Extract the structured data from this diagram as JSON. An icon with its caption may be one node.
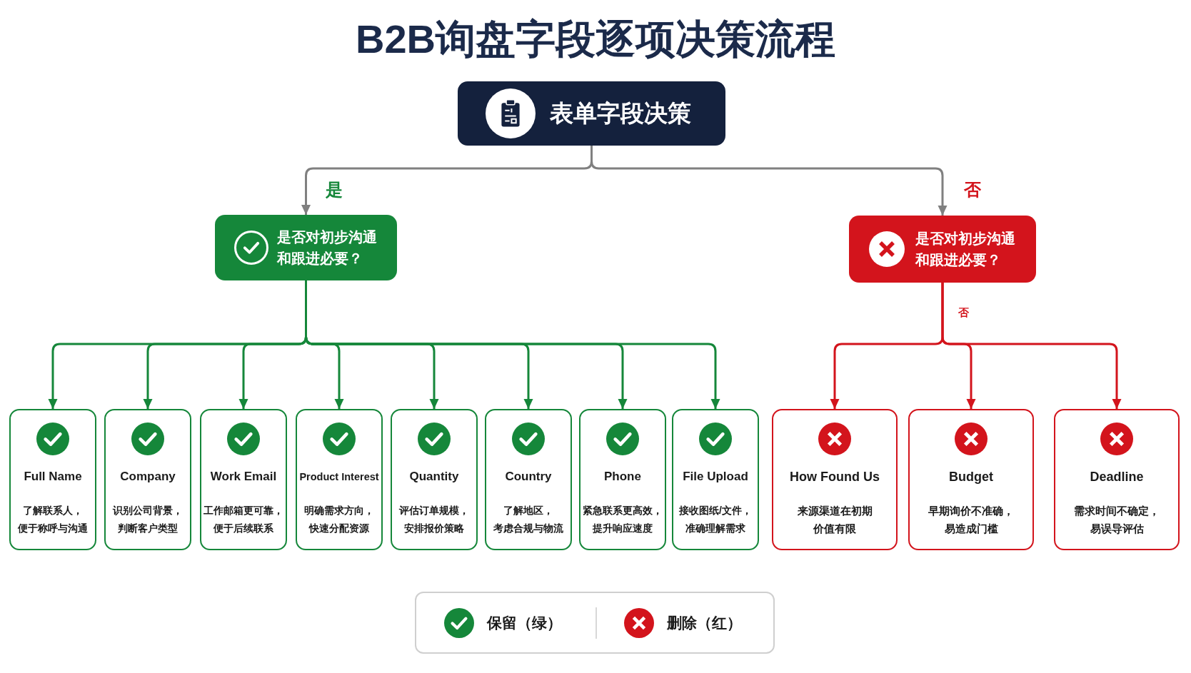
{
  "diagram": {
    "title": "B2B询盘字段逐项决策流程",
    "nodes": [
      {
        "text": [
          "表单字段决策"
        ]
      },
      {
        "text": [
          "是否对初步沟通和跟进必要？"
        ]
      },
      {
        "text": [
          "是否对初步沟通和跟进必要？"
        ]
      },
      {
        "text": [
          "Full Name",
          "了解联系人，便于称呼与沟通"
        ]
      },
      {
        "text": [
          "Company",
          "识别公司背景，判断客户类型"
        ]
      },
      {
        "text": [
          "Work Email",
          "工作邮箱更可靠，便于后续联系"
        ]
      },
      {
        "text": [
          "Product Interest",
          "明确需求方向，快速分配资源"
        ]
      },
      {
        "text": [
          "Quantity",
          "评估订单规模，安排报价策略"
        ]
      },
      {
        "text": [
          "Country",
          "了解地区，考虑合规与物流"
        ]
      },
      {
        "text": [
          "Phone",
          "紧急联系更高效，提升响应速度"
        ]
      },
      {
        "text": [
          "File Upload",
          "接收图纸/文件，准确理解需求"
        ]
      },
      {
        "text": [
          "How Found Us",
          "来源渠道在初期价值有限"
        ]
      },
      {
        "text": [
          "Budget",
          "早期询价不准确，易造成门槛"
        ]
      },
      {
        "text": [
          "Deadline",
          "需求时间不确定，易误导评估"
        ]
      }
    ],
    "edges": [
      {
        "from": 0,
        "to": 1,
        "arrow": "to",
        "label": "是",
        "color": "#808080"
      },
      {
        "from": 0,
        "to": 2,
        "arrow": "to",
        "label": "否",
        "color": "#808080"
      },
      {
        "from": 1,
        "to": 3,
        "arrow": "to",
        "color": "#15873a"
      },
      {
        "from": 1,
        "to": 4,
        "arrow": "to",
        "color": "#15873a"
      },
      {
        "from": 1,
        "to": 5,
        "arrow": "to",
        "color": "#15873a"
      },
      {
        "from": 1,
        "to": 6,
        "arrow": "to",
        "color": "#15873a"
      },
      {
        "from": 1,
        "to": 7,
        "arrow": "to",
        "color": "#15873a"
      },
      {
        "from": 1,
        "to": 8,
        "arrow": "to",
        "color": "#15873a"
      },
      {
        "from": 1,
        "to": 9,
        "arrow": "to",
        "color": "#15873a"
      },
      {
        "from": 1,
        "to": 10,
        "arrow": "to",
        "color": "#15873a"
      },
      {
        "from": 2,
        "to": 11,
        "arrow": "to",
        "color": "#d3141c"
      },
      {
        "from": 2,
        "to": 12,
        "arrow": "to",
        "color": "#d3141c"
      },
      {
        "from": 2,
        "to": 13,
        "arrow": "to",
        "color": "#d3141c"
      }
    ],
    "labels": [
      "否"
    ],
    "legend": [
      {
        "text": "保留（绿）",
        "color": "#15873a"
      },
      {
        "text": "删除（红）",
        "color": "#d3141c"
      }
    ]
  }
}
